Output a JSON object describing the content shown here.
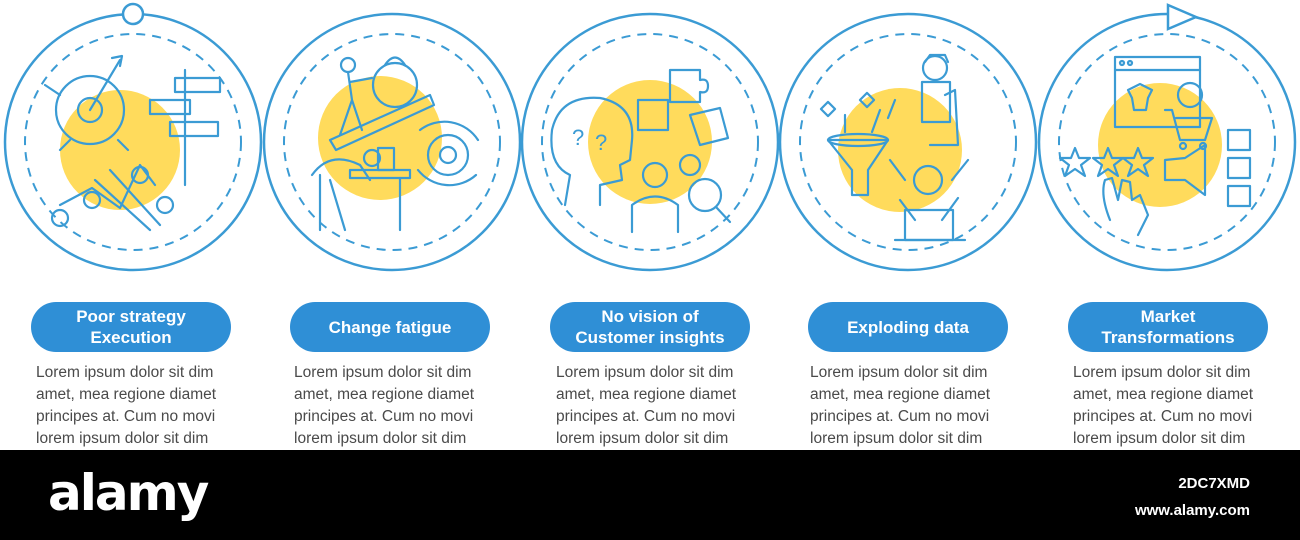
{
  "colors": {
    "accent": "#2f8fd6",
    "outline": "#3b9bd4",
    "fill": "#ffdb5c",
    "text": "#4a4a4a",
    "footer": "#000000"
  },
  "steps": [
    {
      "title": "Poor strategy\nExecution",
      "desc": "Lorem ipsum dolor sit dim amet, mea regione diamet principes at. Cum no movi lorem ipsum dolor sit dim"
    },
    {
      "title": "Change fatigue",
      "desc": "Lorem ipsum dolor sit dim amet, mea regione diamet principes at. Cum no movi lorem ipsum dolor sit dim"
    },
    {
      "title": "No vision of\nCustomer insights",
      "desc": "Lorem ipsum dolor sit dim amet, mea regione diamet principes at. Cum no movi lorem ipsum dolor sit dim"
    },
    {
      "title": "Exploding data",
      "desc": "Lorem ipsum dolor sit dim amet, mea regione diamet principes at. Cum no movi lorem ipsum dolor sit dim"
    },
    {
      "title": "Market\nTransformations",
      "desc": "Lorem ipsum dolor sit dim amet, mea regione diamet principes at. Cum no movi lorem ipsum dolor sit dim"
    }
  ],
  "icons": [
    "target-strategy-icon",
    "kettlebell-fatigue-icon",
    "puzzle-mind-icon",
    "funnel-data-icon",
    "online-shop-icon"
  ],
  "footer": {
    "logo": "alamy",
    "image_id": "2DC7XMD",
    "site": "www.alamy.com"
  }
}
